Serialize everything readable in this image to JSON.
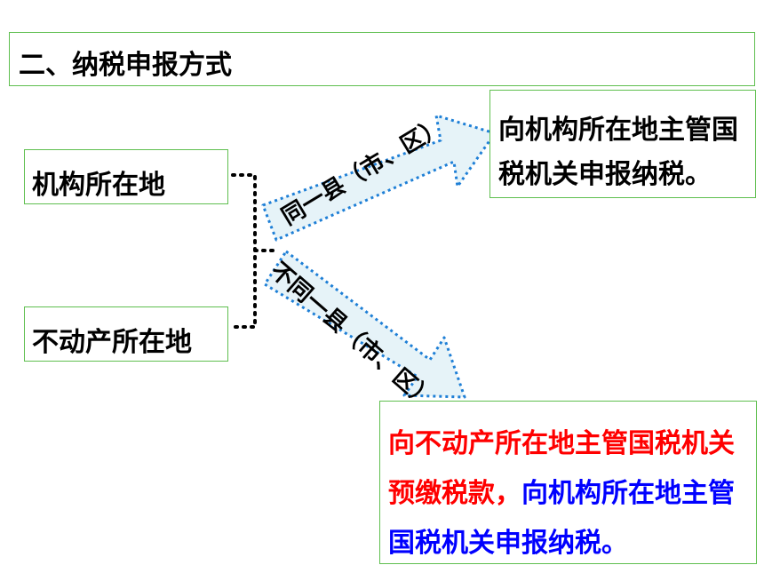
{
  "title": "二、纳税申报方式",
  "sources": {
    "org_location": "机构所在地",
    "property_location": "不动产所在地"
  },
  "arrows": {
    "same_county": "同一县（市、区）",
    "different_county": "不同一县（市、区）"
  },
  "results": {
    "same": "向机构所在地主管国税机关申报纳税。",
    "different_red": "向不动产所在地主管国税机关预缴税款，",
    "different_blue": "向机构所在地主管国税机关申报纳税。"
  },
  "colors": {
    "box_border": "#5fbf4f",
    "arrow_fill": "#e6f3f8",
    "arrow_border": "#1e7fd6",
    "red_text": "#ff0000",
    "blue_text": "#0000ff"
  }
}
